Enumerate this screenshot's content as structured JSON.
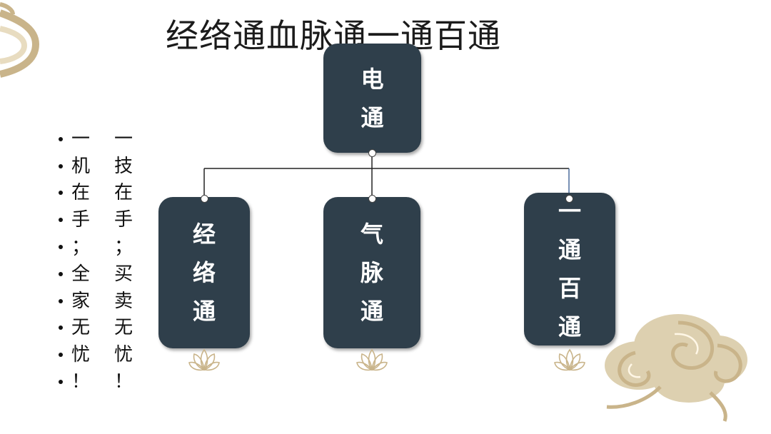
{
  "title": "经络通血脉通一通百通",
  "diagram": {
    "root": {
      "chars": [
        "电",
        "通"
      ]
    },
    "children": [
      {
        "chars": [
          "经",
          "络",
          "通"
        ]
      },
      {
        "chars": [
          "气",
          "脉",
          "通"
        ]
      },
      {
        "chars": [
          "一",
          "通",
          "百",
          "通"
        ]
      }
    ]
  },
  "left_text": {
    "column_a": [
      "一",
      "机",
      "在",
      "手",
      "；",
      "全",
      "家",
      "无",
      "忧",
      "！"
    ],
    "column_b": [
      "一",
      "技",
      "在",
      "手",
      "；",
      "买",
      "卖",
      "无",
      "忧",
      "！"
    ]
  },
  "colors": {
    "node": "#2f3f4b",
    "connector": "#222222",
    "gold": "#c9b48a"
  }
}
